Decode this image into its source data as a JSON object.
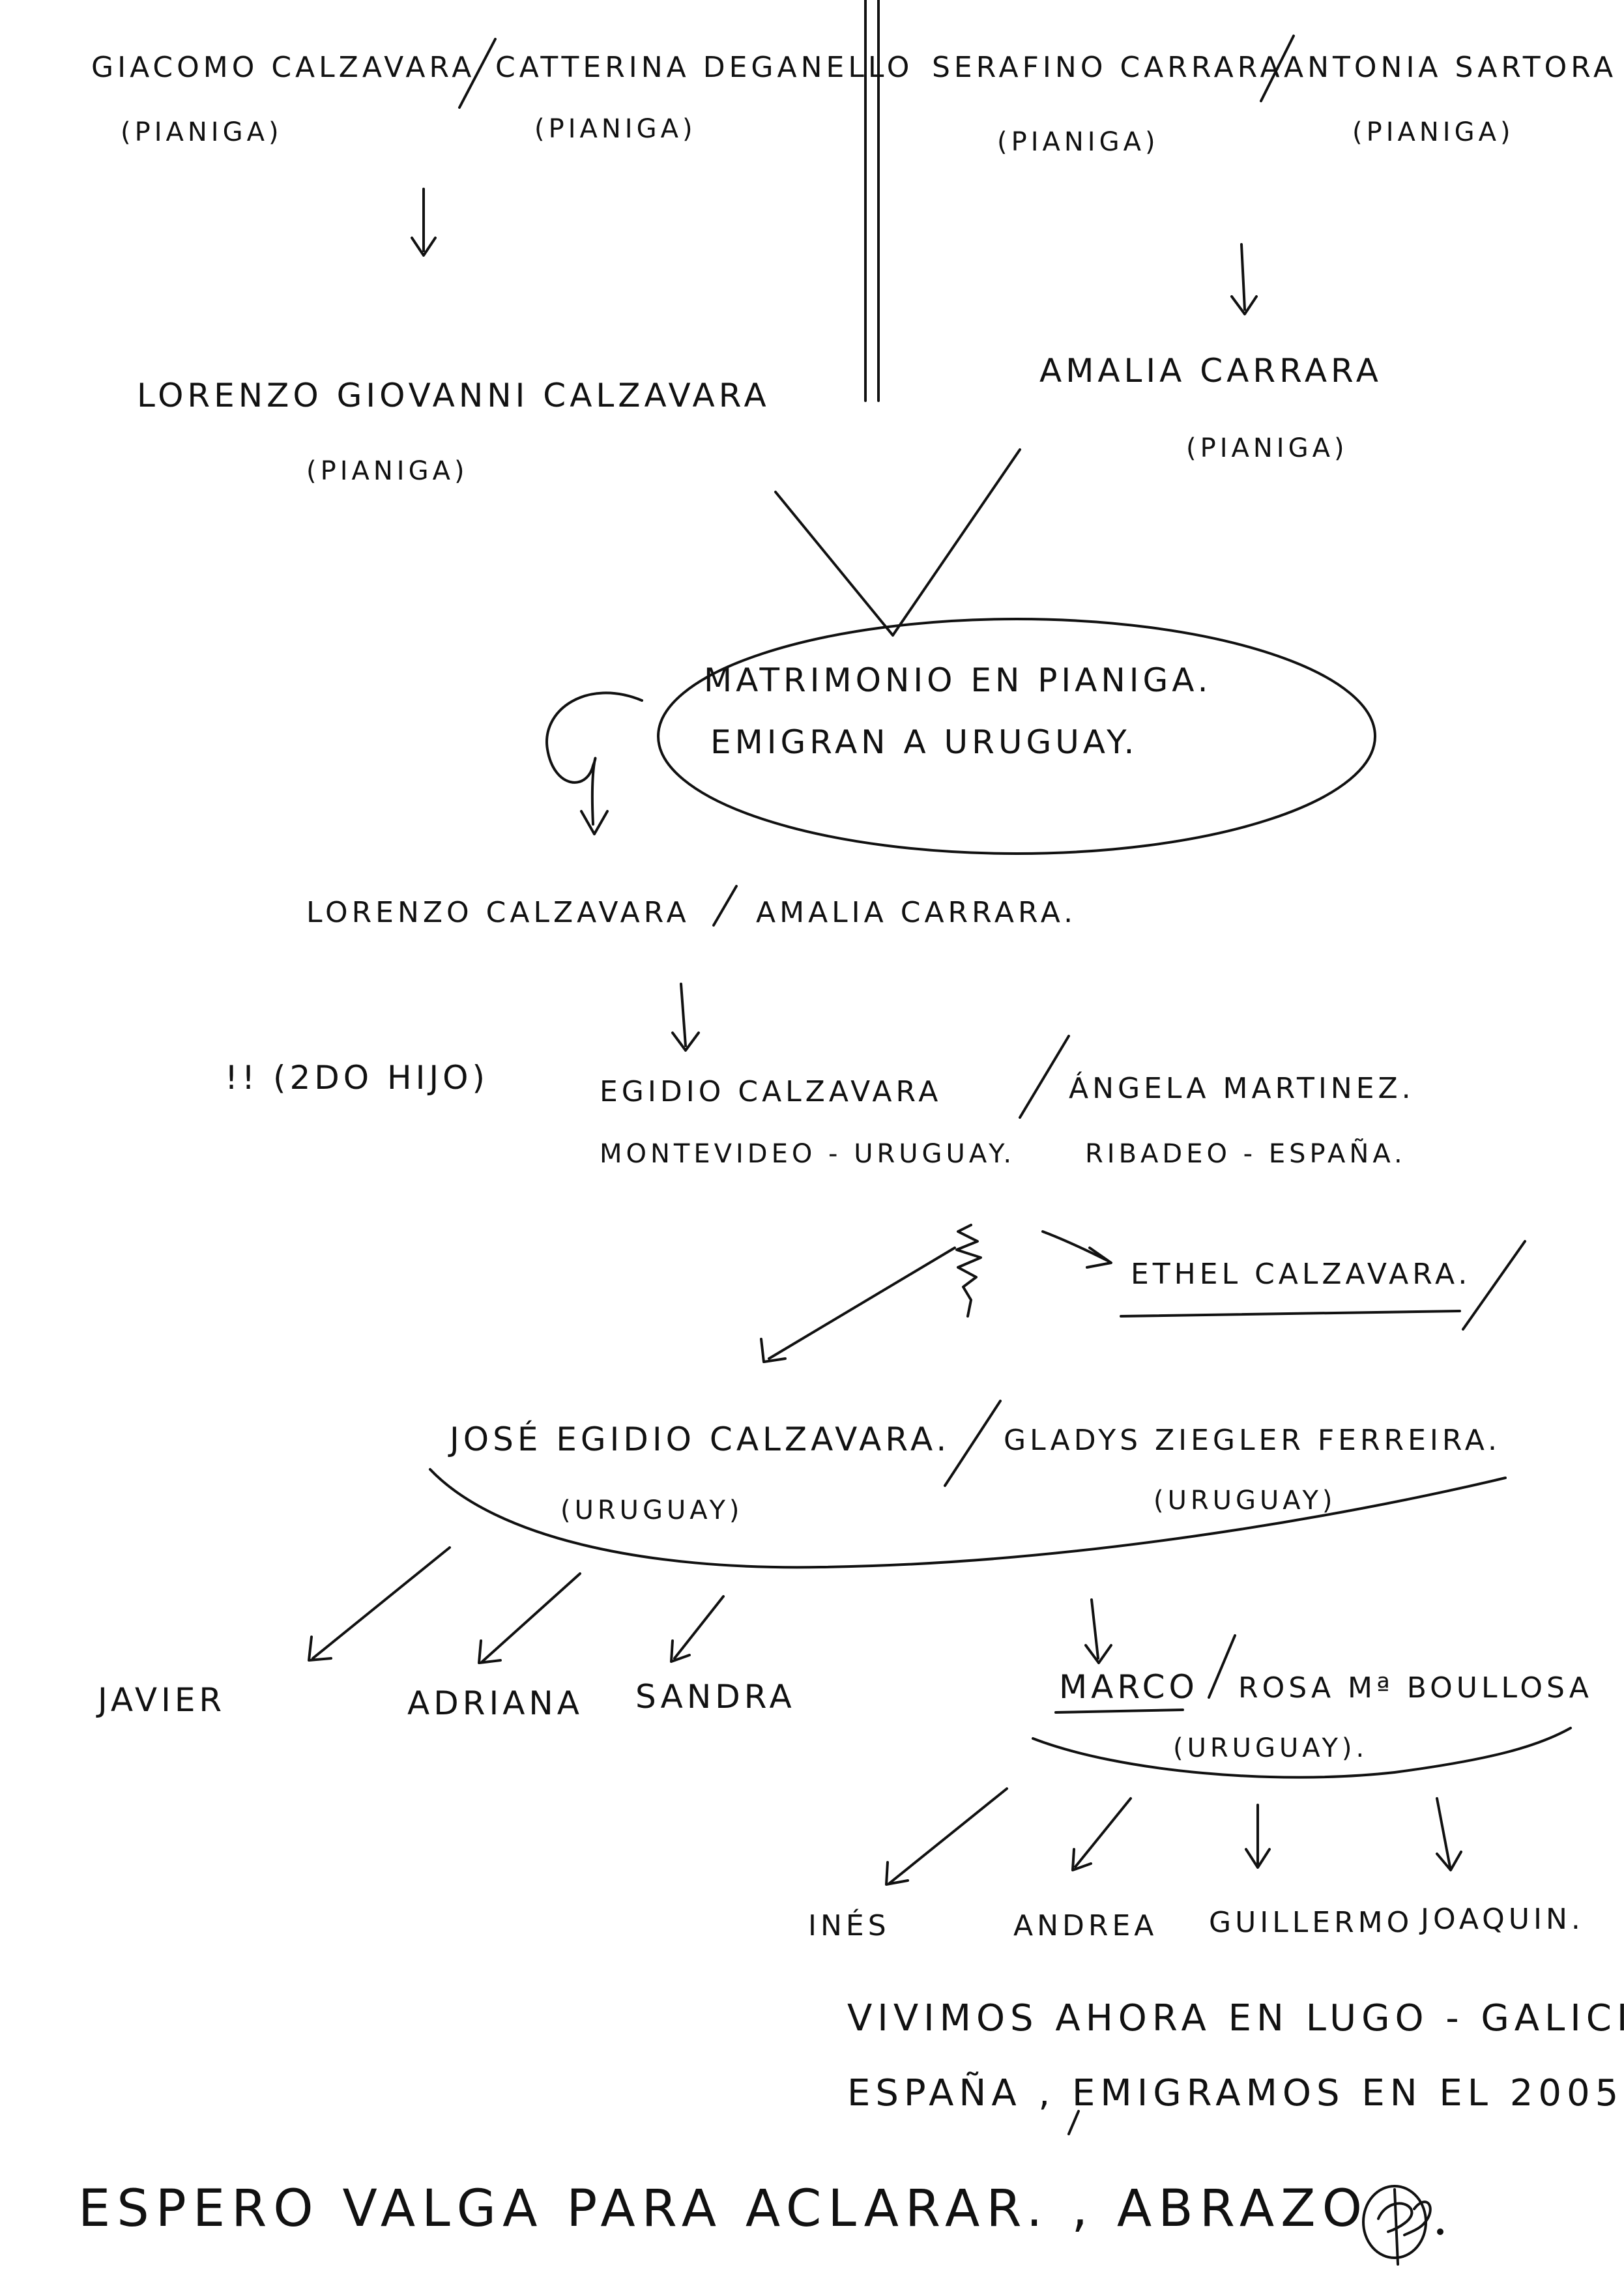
{
  "generation1": {
    "left_couple": {
      "husband": {
        "name": "GIACOMO CALZAVARA",
        "place": "(PIANIGA)"
      },
      "wife": {
        "name": "CATTERINA DEGANELLO",
        "place": "(PIANIGA)"
      }
    },
    "right_couple": {
      "husband": {
        "name": "SERAFINO CARRARA",
        "place": "(PIANIGA)"
      },
      "wife": {
        "name": "ANTONIA SARTORA",
        "place": "(PIANIGA)"
      }
    }
  },
  "generation2": {
    "groom": {
      "name": "LORENZO GIOVANNI CALZAVARA",
      "place": "(PIANIGA)"
    },
    "bride": {
      "name": "AMALIA CARRARA",
      "place": "(PIANIGA)"
    }
  },
  "marriage_note": {
    "line1": "MATRIMONIO EN PIANIGA.",
    "line2": "EMIGRAN A URUGUAY."
  },
  "couple_line": {
    "husband": "LORENZO CALZAVARA",
    "wife": "AMALIA CARRARA."
  },
  "generation3": {
    "note": "!! (2do HIJO)",
    "husband": {
      "name": "EGIDIO CALZAVARA",
      "place": "MONTEVIDEO - URUGUAY."
    },
    "wife": {
      "name": "ÁNGELA MARTINEZ.",
      "place": "RIBADEO - ESPAÑA."
    },
    "sibling": "ETHEL CALZAVARA."
  },
  "generation4": {
    "husband": {
      "name": "JOSÉ EGIDIO CALZAVARA.",
      "place": "(URUGUAY)"
    },
    "wife": {
      "name": "GLADYS ZIEGLER FERREIRA.",
      "place": "(URUGUAY)"
    },
    "children": [
      "JAVIER",
      "ADRIANA",
      "SANDRA"
    ]
  },
  "generation5": {
    "husband": {
      "name": "MARCO"
    },
    "wife": {
      "name": "ROSA Mª BOULLOSA",
      "place": "(URUGUAY)."
    },
    "children": [
      "INÉS",
      "ANDREA",
      "GUILLERMO",
      "JOAQUIN."
    ]
  },
  "residence_note": {
    "line1": "VIVIMOS AHORA EN LUGO - GALICIA",
    "line2": "ESPAÑA , EMIGRAMOS EN EL 2005."
  },
  "closing": "ESPERO VALGA PARA ACLARAR. , ABRAZO"
}
